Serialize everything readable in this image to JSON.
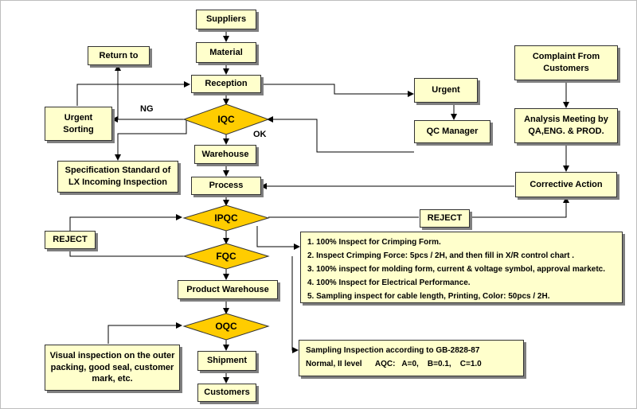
{
  "nodes": {
    "suppliers": "Suppliers",
    "material": "Material",
    "return_to": "Return to",
    "reception": "Reception",
    "urgent": "Urgent",
    "qc_manager": "QC Manager",
    "urgent_sorting": "Urgent Sorting",
    "iqc": "IQC",
    "warehouse": "Warehouse",
    "spec_standard": "Specification Standard of LX Incoming Inspection",
    "process": "Process",
    "complaint": "Complaint From Customers",
    "analysis_meeting": "Analysis Meeting by QA,ENG. & PROD.",
    "corrective_action": "Corrective Action",
    "ipqc": "IPQC",
    "reject_right": "REJECT",
    "reject_left": "REJECT",
    "fqc": "FQC",
    "product_warehouse": "Product Warehouse",
    "oqc": "OQC",
    "visual_inspection": "Visual inspection on the outer packing, good seal, customer mark, etc.",
    "shipment": "Shipment",
    "customers": "Customers"
  },
  "edge_labels": {
    "ng": "NG",
    "ok": "OK"
  },
  "inspection_notes": [
    "1. 100% Inspect for Crimping Form.",
    "2. Inspect Crimping Force:     5pcs / 2H, and then fill in X/R control chart .",
    "3. 100% inspect for molding form, current & voltage symbol, approval marketc.",
    "4. 100% Inspect for Electrical Performance.",
    "5. Sampling inspect for cable length, Printing, Color: 50pcs / 2H."
  ],
  "sampling_notes": [
    "Sampling Inspection according to GB-2828-87",
    "Normal, II level      AQC:   A=0,    B=0.1,    C=1.0"
  ],
  "colors": {
    "box_fill": "#ffffcc",
    "diamond_fill": "#ffcc00",
    "line": "#000000"
  }
}
